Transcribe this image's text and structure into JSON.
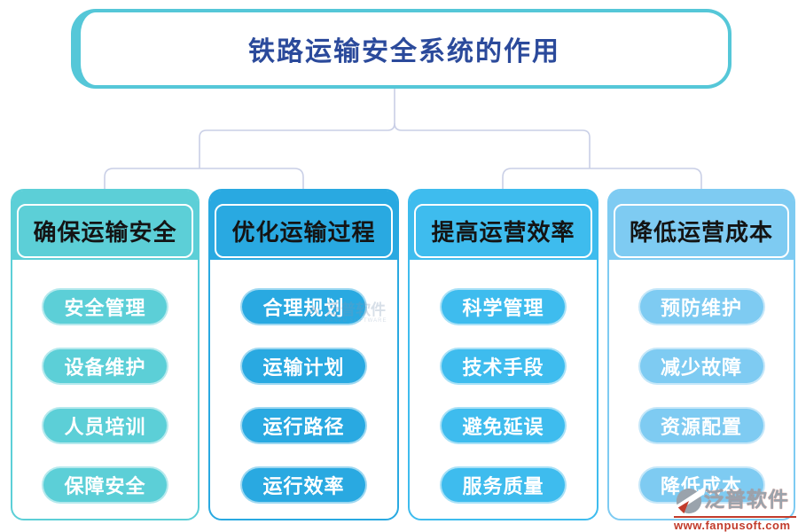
{
  "title": {
    "text": "铁路运输安全系统的作用"
  },
  "colors": {
    "title_border": "#55c7d8",
    "title_text": "#2b4a9b",
    "connector": "#c9cfe6",
    "watermark_red": "#c23b2b",
    "watermark_gray": "#9aa3ac"
  },
  "columns": [
    {
      "header": "确保运输安全",
      "color": "#5ccfd7",
      "items": [
        "安全管理",
        "设备维护",
        "人员培训",
        "保障安全"
      ]
    },
    {
      "header": "优化运输过程",
      "color": "#29a9e1",
      "items": [
        "合理规划",
        "运输计划",
        "运行路径",
        "运行效率"
      ]
    },
    {
      "header": "提高运营效率",
      "color": "#3ebcee",
      "items": [
        "科学管理",
        "技术手段",
        "避免延误",
        "服务质量"
      ]
    },
    {
      "header": "降低运营成本",
      "color": "#7ecbf2",
      "items": [
        "预防维护",
        "减少故障",
        "资源配置",
        "降低成本"
      ]
    }
  ],
  "watermark": {
    "brand": "泛普软件",
    "url": "www.fanpusoft.com"
  },
  "center_watermark": {
    "brand": "泛普软件",
    "sub": "FANPU SOFTWARE"
  }
}
